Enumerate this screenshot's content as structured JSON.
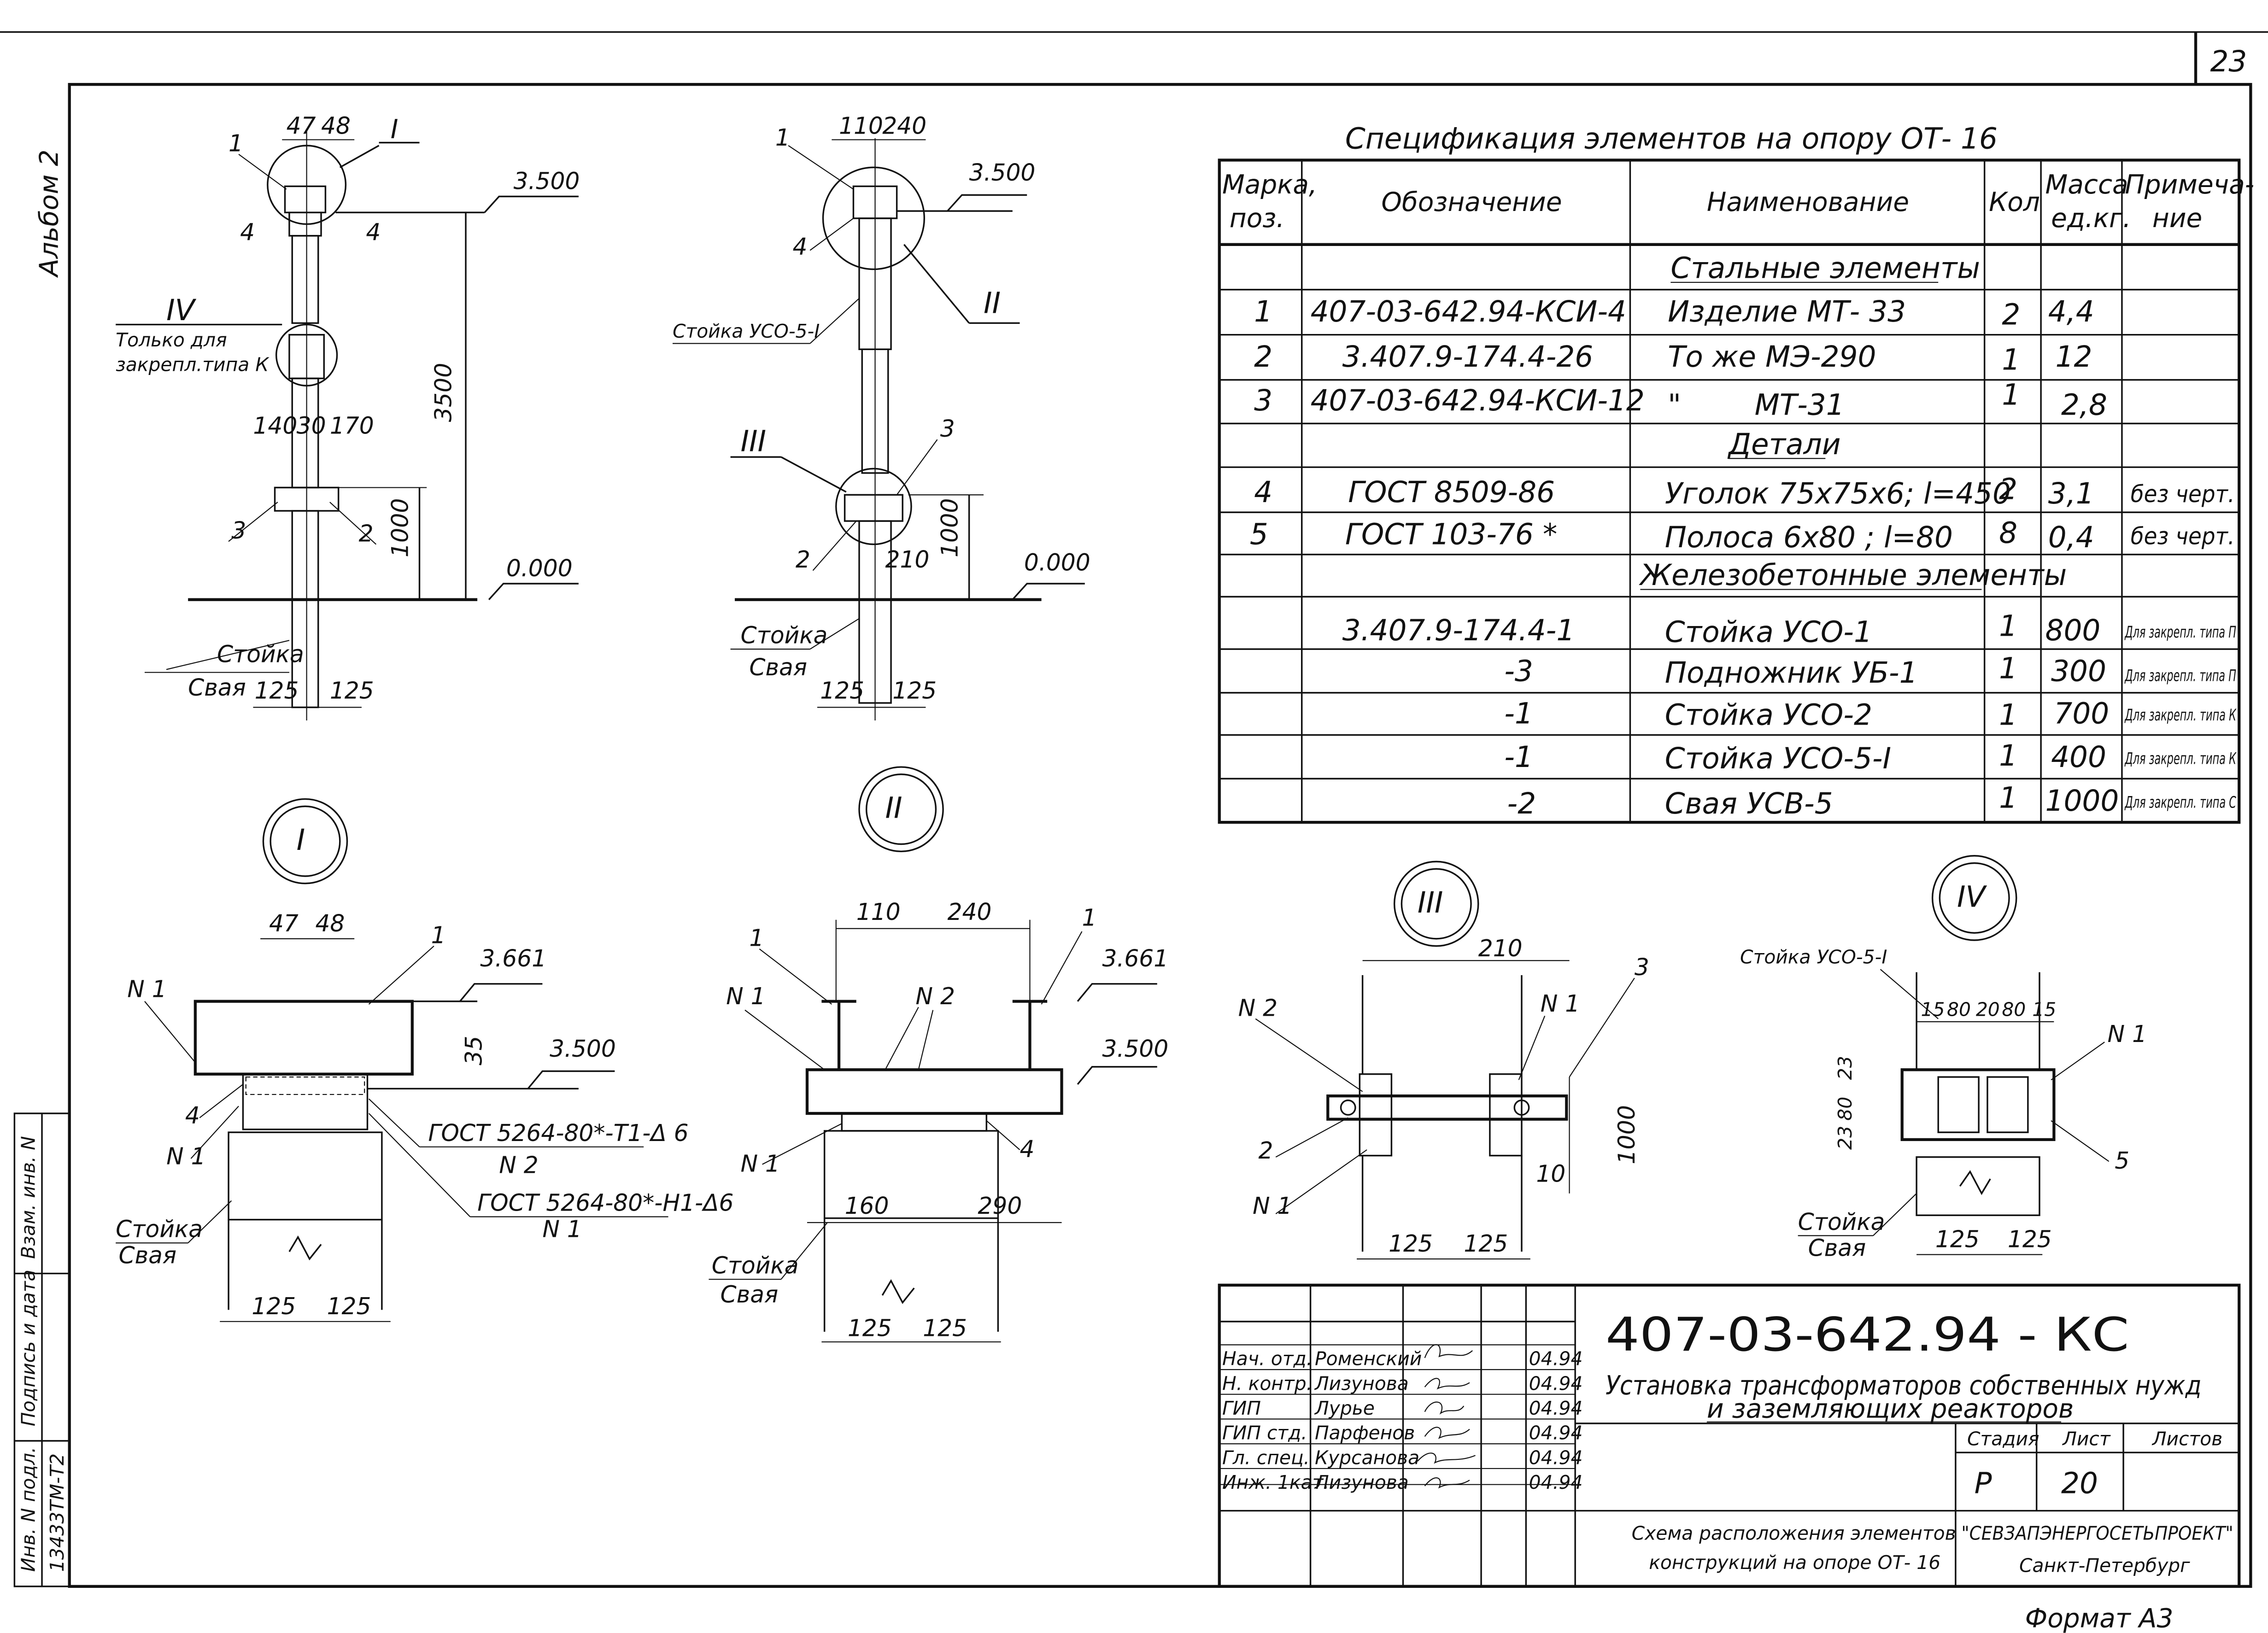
{
  "sheet": {
    "number": "23",
    "album": "Альбом 2",
    "format": "Формат А3"
  },
  "left_stamp": {
    "col1": "Инв. N подл.",
    "col1_value": "13433ТМ-Т2",
    "col2": "Подпись и дата",
    "col3": "Взам. инв. N"
  },
  "spec": {
    "title": "Спецификация элементов на опору ОТ- 16",
    "headers": {
      "mark": [
        "Марка,",
        "поз."
      ],
      "designation": "Обозначение",
      "name": "Наименование",
      "qty": "Кол",
      "mass": [
        "Масса",
        "ед.кг."
      ],
      "note": [
        "Примеча-",
        "ние"
      ]
    },
    "section_steel": "Стальные элементы",
    "section_details": "Детали",
    "section_concrete": "Железобетонные элементы",
    "rows": [
      {
        "mark": "1",
        "designation": "407-03-642.94-КСИ-4",
        "name": "Изделие МТ- 33",
        "qty": "2",
        "mass": "4,4",
        "note": ""
      },
      {
        "mark": "2",
        "designation": "3.407.9-174.4-26",
        "name": "То же МЭ-290",
        "qty": "1",
        "mass": "12",
        "note": ""
      },
      {
        "mark": "3",
        "designation": "407-03-642.94-КСИ-12",
        "name": "\"        МТ-31",
        "qty": "1",
        "mass": "2,8",
        "note": ""
      },
      {
        "mark": "4",
        "designation": "ГОСТ 8509-86",
        "name": "Уголок 75х75х6; l=450",
        "qty": "2",
        "mass": "3,1",
        "note": "без черт."
      },
      {
        "mark": "5",
        "designation": "ГОСТ 103-76 *",
        "name": "Полоса 6х80 ; l=80",
        "qty": "8",
        "mass": "0,4",
        "note": "без черт."
      },
      {
        "mark": "",
        "designation": "3.407.9-174.4-1",
        "name": "Стойка УСО-1",
        "qty": "1",
        "mass": "800",
        "note": "Для закрепл. типа П"
      },
      {
        "mark": "",
        "designation": "-3",
        "name": "Подножник УБ-1",
        "qty": "1",
        "mass": "300",
        "note": "Для закрепл. типа П"
      },
      {
        "mark": "",
        "designation": "-1",
        "name": "Стойка УСО-2",
        "qty": "1",
        "mass": "700",
        "note": "Для закрепл. типа К"
      },
      {
        "mark": "",
        "designation": "-1",
        "name": "Стойка УСО-5-I",
        "qty": "1",
        "mass": "400",
        "note": "Для закрепл. типа К"
      },
      {
        "mark": "",
        "designation": "-2",
        "name": "Свая УСВ-5",
        "qty": "1",
        "mass": "1000",
        "note": "Для закрепл. типа С"
      }
    ]
  },
  "drawing": {
    "labels": {
      "only_for": "Только для",
      "only_for2": "закрепл.типа К",
      "stoyka": "Стойка",
      "svaya": "Свая",
      "stoyka_uso5": "Стойка УСО-5-I",
      "gost_weld1": "ГОСТ 5264-80*-Т1-Δ 6",
      "gost_weld2": "ГОСТ 5264-80*-Н1-Δ6",
      "n1": "N 1",
      "n2": "N 2"
    },
    "levels": {
      "l3500": "3.500",
      "l0": "0.000",
      "l3661": "3.661"
    },
    "dims": {
      "d47": "47",
      "d48": "48",
      "d110": "110",
      "d240": "240",
      "d140": "140",
      "d30": "30",
      "d170": "170",
      "d3500": "3500",
      "d1000": "1000",
      "d125": "125",
      "d210": "210",
      "d35": "35",
      "d160": "160",
      "d290": "290",
      "d10": "10",
      "d15": "15",
      "d80": "80",
      "d20": "20",
      "d23": "23"
    },
    "roman": {
      "r1": "I",
      "r2": "II",
      "r3": "III",
      "r4": "IV"
    },
    "marks": {
      "m1": "1",
      "m2": "2",
      "m3": "3",
      "m4": "4",
      "m5": "5"
    }
  },
  "title_block": {
    "code": "407-03-642.94 - КС",
    "object_line1": "Установка трансформаторов собственных нужд",
    "object_line2": "и заземляющих реакторов",
    "drawing_title_1": "Схема расположения элементов",
    "drawing_title_2": "конструкций на опоре ОТ- 16",
    "stage_h": "Стадия",
    "sheet_h": "Лист",
    "sheets_h": "Листов",
    "stage": "Р",
    "sheet": "20",
    "org": "\"СЕВЗАПЭНЕРГОСЕТЬПРОЕКТ\"",
    "city": "Санкт-Петербург",
    "staff": [
      {
        "role": "Нач. отд.",
        "name": "Роменский",
        "date": "04.94"
      },
      {
        "role": "Н. контр.",
        "name": "Лизунова",
        "date": "04.94"
      },
      {
        "role": "ГИП",
        "name": "Лурье",
        "date": "04.94"
      },
      {
        "role": "ГИП стд.",
        "name": "Парфенов",
        "date": "04.94"
      },
      {
        "role": "Гл. спец.",
        "name": "Курсанова",
        "date": "04.94"
      },
      {
        "role": "Инж. 1кат.",
        "name": "Лизунова",
        "date": "04.94"
      }
    ]
  }
}
